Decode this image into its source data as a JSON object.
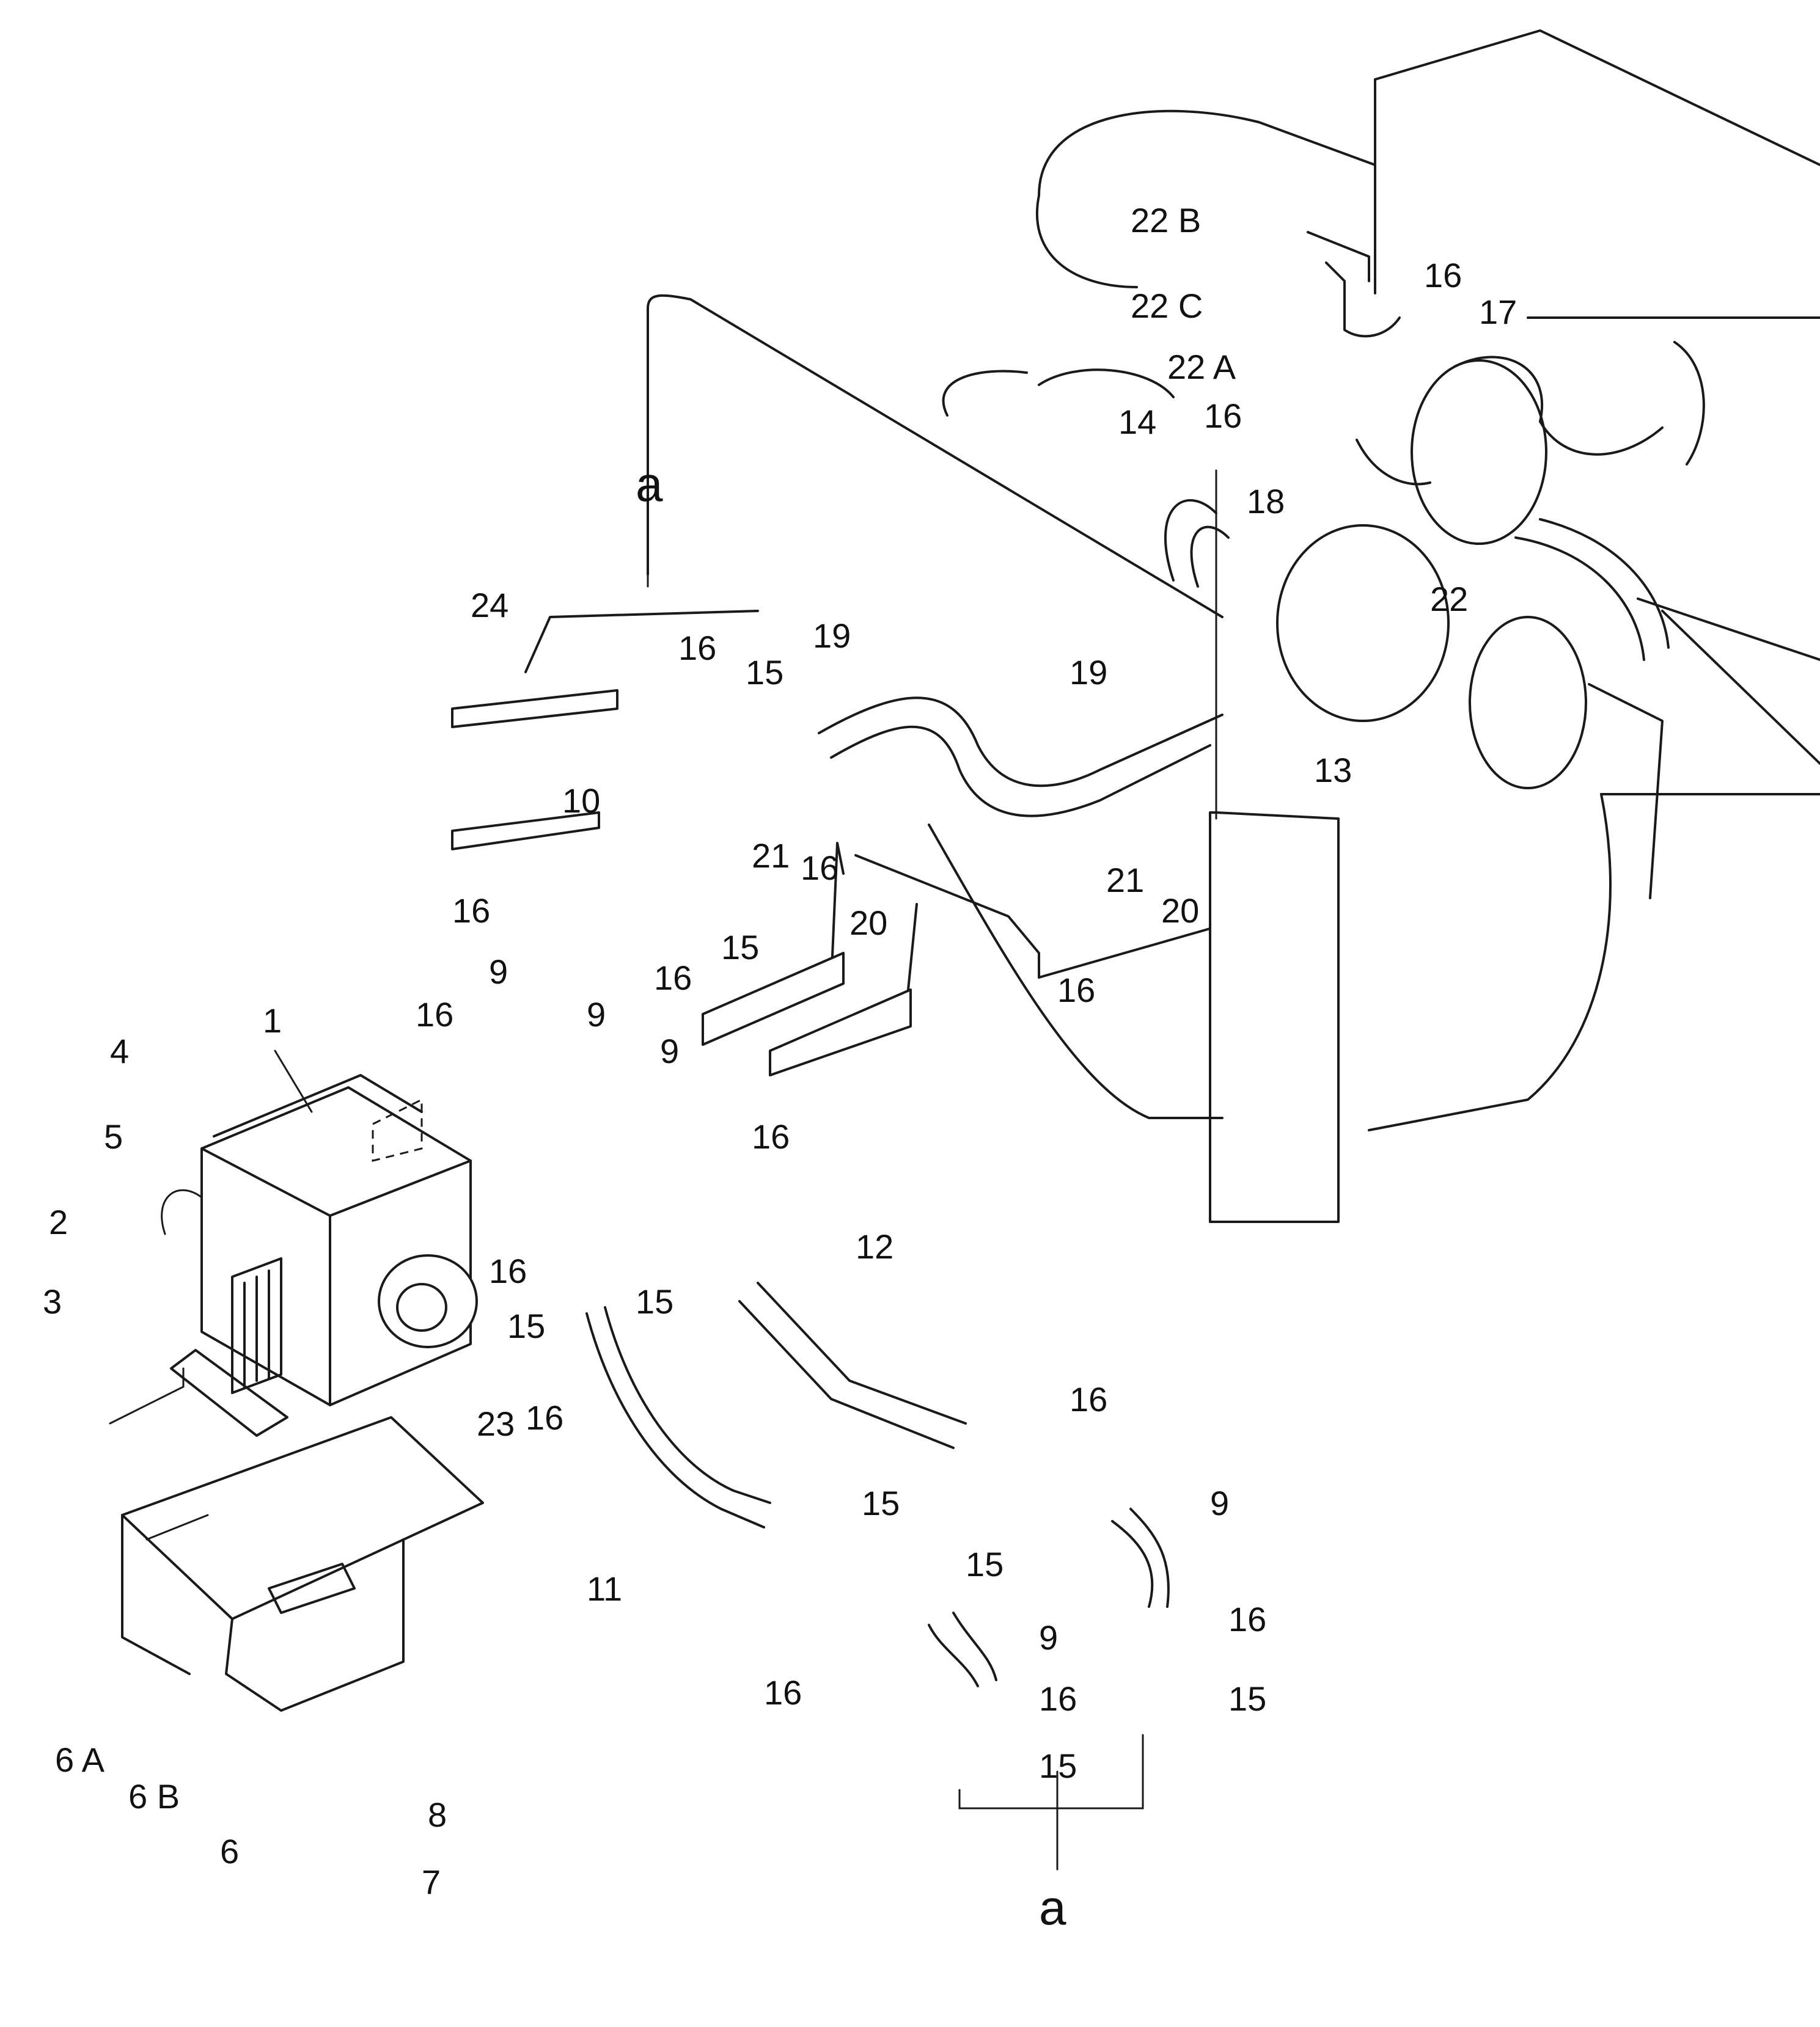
{
  "diagram": {
    "callouts": {
      "c1": "1",
      "c2": "2",
      "c3": "3",
      "c4": "4",
      "c5": "5",
      "c6": "6",
      "c6a": "6 A",
      "c6b": "6 B",
      "c7": "7",
      "c8": "8",
      "c9a": "9",
      "c9b": "9",
      "c9c": "9",
      "c9d": "9",
      "c9e": "9",
      "c10": "10",
      "c11": "11",
      "c12": "12",
      "c13": "13",
      "c14": "14",
      "c15a": "15",
      "c15b": "15",
      "c15c": "15",
      "c15d": "15",
      "c15e": "15",
      "c15f": "15",
      "c15g": "15",
      "c15h": "15",
      "c16a": "16",
      "c16b": "16",
      "c16c": "16",
      "c16d": "16",
      "c16e": "16",
      "c16f": "16",
      "c16g": "16",
      "c16h": "16",
      "c16i": "16",
      "c16j": "16",
      "c16k": "16",
      "c16l": "16",
      "c16m": "16",
      "c16n": "16",
      "c16o": "16",
      "c17": "17",
      "c18": "18",
      "c19a": "19",
      "c19b": "19",
      "c20a": "20",
      "c20b": "20",
      "c21a": "21",
      "c21b": "21",
      "c22": "22",
      "c22a": "22 A",
      "c22b": "22 B",
      "c22c": "22 C",
      "c23": "23",
      "c24": "24",
      "ref_top": "a",
      "ref_bottom": "a"
    }
  }
}
